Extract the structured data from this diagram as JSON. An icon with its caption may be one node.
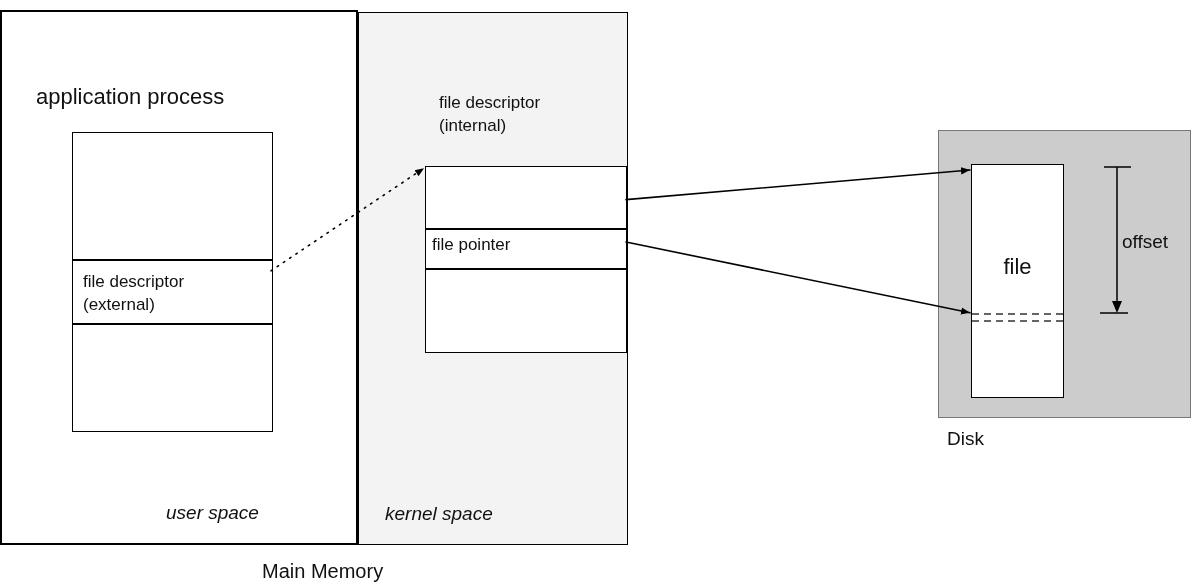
{
  "diagram": {
    "nodes": [
      {
        "text": [
          "application process",
          "user space"
        ]
      },
      {
        "text": [
          "kernel space"
        ]
      },
      {
        "text": [],
        "shape": "box",
        "in": 0
      },
      {
        "text": [
          "file descriptor (external)"
        ],
        "in": 0
      },
      {
        "text": [],
        "shape": "box",
        "in": 0
      },
      {
        "text": [
          "file descriptor (internal)"
        ],
        "in": 1
      },
      {
        "text": [],
        "shape": "box",
        "in": 5
      },
      {
        "text": [
          "file pointer"
        ],
        "in": 5
      },
      {
        "text": [],
        "shape": "box",
        "in": 5
      },
      {
        "text": [
          "Disk"
        ]
      },
      {
        "text": [
          "file"
        ],
        "in": 9
      }
    ],
    "edges": [
      {
        "from": 3,
        "to": 6,
        "arrow": "to",
        "style": "dashed"
      },
      {
        "from": 6,
        "to": 10,
        "arrow": "to"
      },
      {
        "from": 7,
        "to": 10,
        "arrow": "to"
      }
    ],
    "labels": [
      "offset",
      "Main Memory"
    ]
  }
}
